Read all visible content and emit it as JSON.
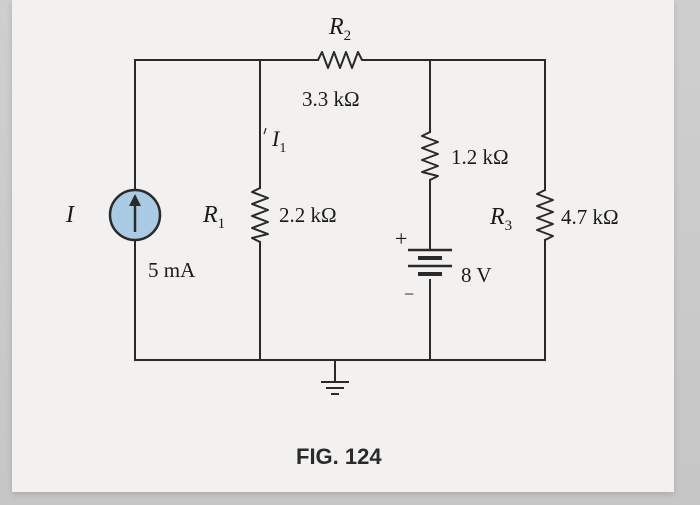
{
  "figure": {
    "caption": "FIG. 124"
  },
  "components": {
    "current_source": {
      "label": "I",
      "value": "5 mA"
    },
    "r1": {
      "label": "R",
      "subscript": "1",
      "value": "2.2 kΩ"
    },
    "r2": {
      "label": "R",
      "subscript": "2",
      "value": "3.3 kΩ"
    },
    "r_middle": {
      "value": "1.2 kΩ"
    },
    "r3": {
      "label": "R",
      "subscript": "3",
      "value": "4.7 kΩ"
    },
    "battery": {
      "value": "8 V",
      "plus": "+",
      "minus": "−"
    },
    "branch_current": {
      "label": "I",
      "subscript": "1"
    }
  },
  "colors": {
    "wire": "#2a2a2a",
    "source_fill": "#a9cbe3",
    "page": "#f2f1ef"
  }
}
